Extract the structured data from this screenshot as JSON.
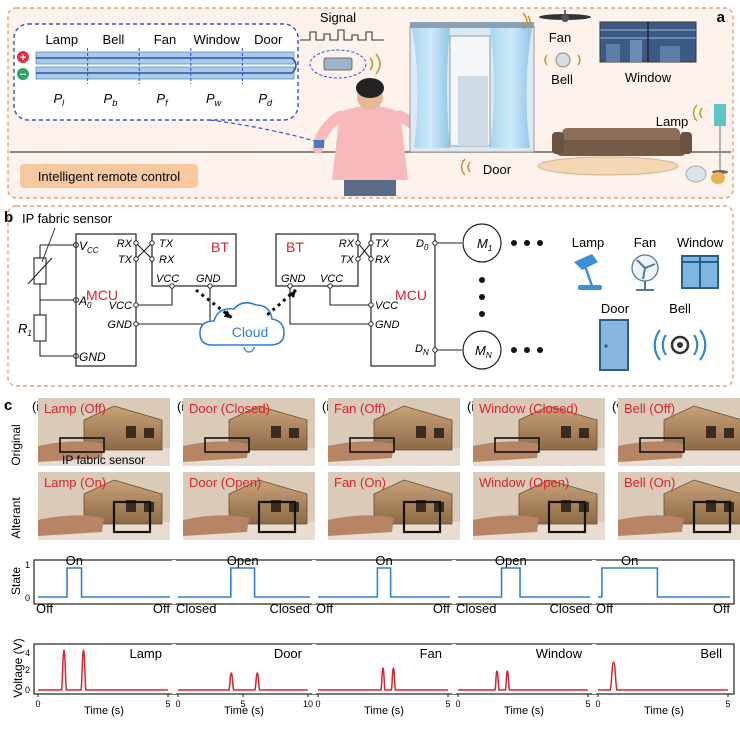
{
  "panel_a": {
    "label": "a",
    "sensor_regions": [
      "Lamp",
      "Bell",
      "Fan",
      "Window",
      "Door"
    ],
    "pressure_symbols": [
      "P",
      "P",
      "P",
      "P",
      "P"
    ],
    "pressure_subscripts": [
      "l",
      "b",
      "f",
      "w",
      "d"
    ],
    "plus": "+",
    "minus": "−",
    "signal_label": "Signal",
    "fan_label": "Fan",
    "bell_label": "Bell",
    "window_label": "Window",
    "lamp_label": "Lamp",
    "door_label": "Door",
    "title_badge": "Intelligent remote control"
  },
  "panel_b": {
    "label": "b",
    "sensor_label": "IP fabric sensor",
    "vcc_label": "V",
    "vcc_sub": "CC",
    "a0_label": "A",
    "a0_sub": "0",
    "r1_label": "R",
    "r1_sub": "1",
    "gnd_label": "GND",
    "mcu_label": "MCU",
    "rx": "RX",
    "tx": "TX",
    "vcc": "VCC",
    "gnd": "GND",
    "bt_label": "BT",
    "cloud_label": "Cloud",
    "d0_label": "D",
    "d0_sub": "0",
    "dn_label": "D",
    "dn_sub": "N",
    "m1_label": "M",
    "m1_sub": "1",
    "mn_label": "M",
    "mn_sub": "N",
    "devices": [
      "Lamp",
      "Fan",
      "Window",
      "Door",
      "Bell"
    ]
  },
  "panel_c": {
    "label": "c",
    "row_original": "Original",
    "row_alterant": "Alterant",
    "row_state": "State",
    "voltage_ylabel": "Voltage (V)",
    "sensor_annotation": "IP fabric sensor",
    "columns": [
      {
        "roman": "(i)",
        "original": "Lamp (Off)",
        "alterant": "Lamp (On)",
        "state_high": "On",
        "state_low_left": "Off",
        "state_low_right": "Off",
        "device": "Lamp"
      },
      {
        "roman": "(ii)",
        "original": "Door (Closed)",
        "alterant": "Door (Open)",
        "state_high": "Open",
        "state_low_left": "Closed",
        "state_low_right": "Closed",
        "device": "Door"
      },
      {
        "roman": "(iii)",
        "original": "Fan (Off)",
        "alterant": "Fan (On)",
        "state_high": "On",
        "state_low_left": "Off",
        "state_low_right": "Off",
        "device": "Fan"
      },
      {
        "roman": "(iv)",
        "original": "Window (Closed)",
        "alterant": "Window (Open)",
        "state_high": "Open",
        "state_low_left": "Closed",
        "state_low_right": "Closed",
        "device": "Window"
      },
      {
        "roman": "(v)",
        "original": "Bell (Off)",
        "alterant": "Bell (On)",
        "state_high": "On",
        "state_low_left": "Off",
        "state_low_right": "Off",
        "device": "Bell"
      }
    ],
    "state_ticks": [
      "1",
      "0"
    ],
    "voltage_ticks": [
      "4",
      "2",
      "0"
    ],
    "time_label": "Time (s)"
  },
  "chart_data": [
    {
      "type": "line",
      "title": "Lamp",
      "xlabel": "Time (s)",
      "ylabel": "Voltage (V)",
      "xlim": [
        0,
        5
      ],
      "ylim": [
        0,
        4.2
      ],
      "xticks": [
        "0",
        "5"
      ],
      "peaks": [
        {
          "t": 1.0,
          "v": 4.0
        },
        {
          "t": 1.75,
          "v": 4.0
        }
      ],
      "peak_width": 0.18
    },
    {
      "type": "line",
      "title": "Door",
      "xlabel": "Time (s)",
      "xlim": [
        0,
        10
      ],
      "ylim": [
        0,
        4.2
      ],
      "xticks": [
        "0",
        "5",
        "10"
      ],
      "peaks": [
        {
          "t": 4.1,
          "v": 1.7
        },
        {
          "t": 6.1,
          "v": 1.7
        }
      ],
      "peak_width": 0.35
    },
    {
      "type": "line",
      "title": "Fan",
      "xlabel": "Time (s)",
      "xlim": [
        0,
        5
      ],
      "ylim": [
        0,
        4.2
      ],
      "xticks": [
        "0",
        "5"
      ],
      "peaks": [
        {
          "t": 2.5,
          "v": 2.2
        },
        {
          "t": 2.9,
          "v": 2.2
        }
      ],
      "peak_width": 0.15
    },
    {
      "type": "line",
      "title": "Window",
      "xlabel": "Time (s)",
      "xlim": [
        0,
        5
      ],
      "ylim": [
        0,
        4.2
      ],
      "xticks": [
        "0",
        "5"
      ],
      "peaks": [
        {
          "t": 1.5,
          "v": 1.9
        },
        {
          "t": 1.9,
          "v": 1.9
        }
      ],
      "peak_width": 0.15
    },
    {
      "type": "line",
      "title": "Bell",
      "xlabel": "Time (s)",
      "xlim": [
        0,
        5
      ],
      "ylim": [
        0,
        4.2
      ],
      "xticks": [
        "0",
        "5"
      ],
      "peaks": [
        {
          "t": 0.6,
          "v": 2.8
        }
      ],
      "peak_width": 0.25
    },
    {
      "type": "line",
      "ylabel": "State",
      "title": "",
      "ylim": [
        0,
        1
      ],
      "series": [
        {
          "values": [
            [
              0,
              0
            ],
            [
              0.22,
              0
            ],
            [
              0.22,
              1
            ],
            [
              0.33,
              1
            ],
            [
              0.33,
              0
            ],
            [
              1,
              0
            ]
          ]
        },
        {
          "values": [
            [
              0,
              0
            ],
            [
              0.4,
              0
            ],
            [
              0.4,
              1
            ],
            [
              0.58,
              1
            ],
            [
              0.58,
              0
            ],
            [
              1,
              0
            ]
          ]
        },
        {
          "values": [
            [
              0,
              0
            ],
            [
              0.45,
              0
            ],
            [
              0.45,
              1
            ],
            [
              0.55,
              1
            ],
            [
              0.55,
              0
            ],
            [
              1,
              0
            ]
          ]
        },
        {
          "values": [
            [
              0,
              0
            ],
            [
              0.33,
              0
            ],
            [
              0.33,
              1
            ],
            [
              0.47,
              1
            ],
            [
              0.47,
              0
            ],
            [
              1,
              0
            ]
          ]
        },
        {
          "values": [
            [
              0,
              0
            ],
            [
              0.03,
              0
            ],
            [
              0.03,
              1
            ],
            [
              0.45,
              1
            ],
            [
              0.45,
              0
            ],
            [
              1,
              0
            ]
          ]
        }
      ]
    }
  ]
}
